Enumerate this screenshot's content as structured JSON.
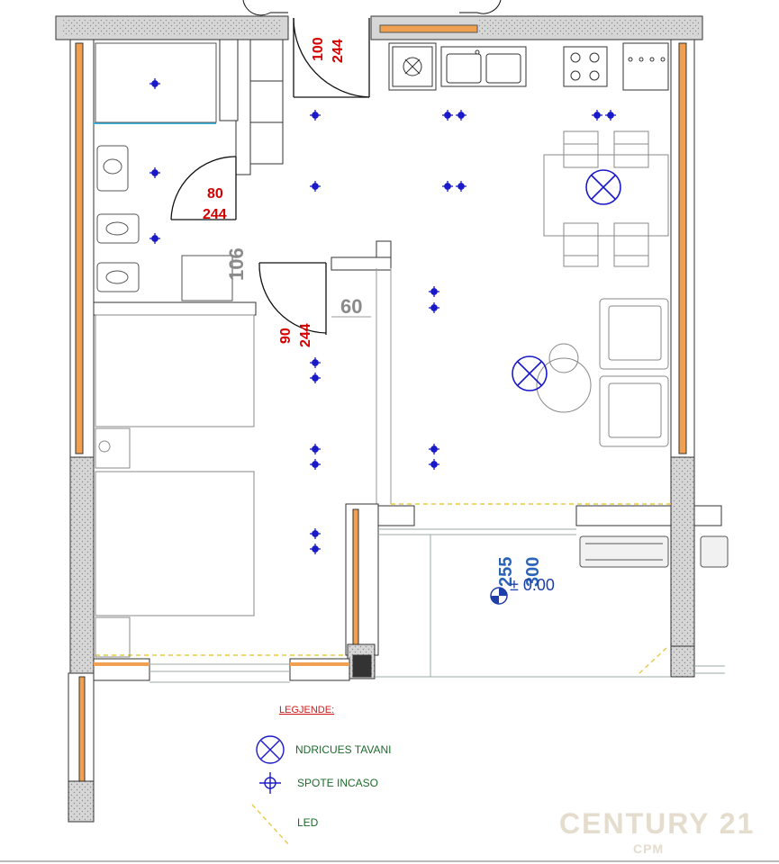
{
  "plan": {
    "doors": [
      {
        "id": "entrance",
        "width": "100",
        "height": "244"
      },
      {
        "id": "bathroom",
        "width": "80",
        "height": "244"
      },
      {
        "id": "bedroom",
        "width": "90",
        "height": "244"
      }
    ],
    "dimensions": {
      "bath_wall": "106",
      "corridor": "60",
      "balcony_top": "255",
      "balcony_bottom": "300"
    },
    "level_marker": "± 0.00"
  },
  "legend": {
    "title": "LEGJENDE:",
    "items": [
      {
        "symbol": "ceiling-light-icon",
        "label": "NDRICUES TAVANI"
      },
      {
        "symbol": "spotlight-icon",
        "label": "SPOTE INCASO"
      },
      {
        "symbol": "led-strip-icon",
        "label": "LED"
      }
    ]
  },
  "watermark": {
    "brand": "CENTURY 21",
    "office": "CPM"
  },
  "colors": {
    "wall_fill": "#d4d4d4",
    "insulation": "#f0a050",
    "dimension_red": "#d40000",
    "fixture_blue": "#1a1ac8",
    "legend_green": "#1d6b2a"
  }
}
